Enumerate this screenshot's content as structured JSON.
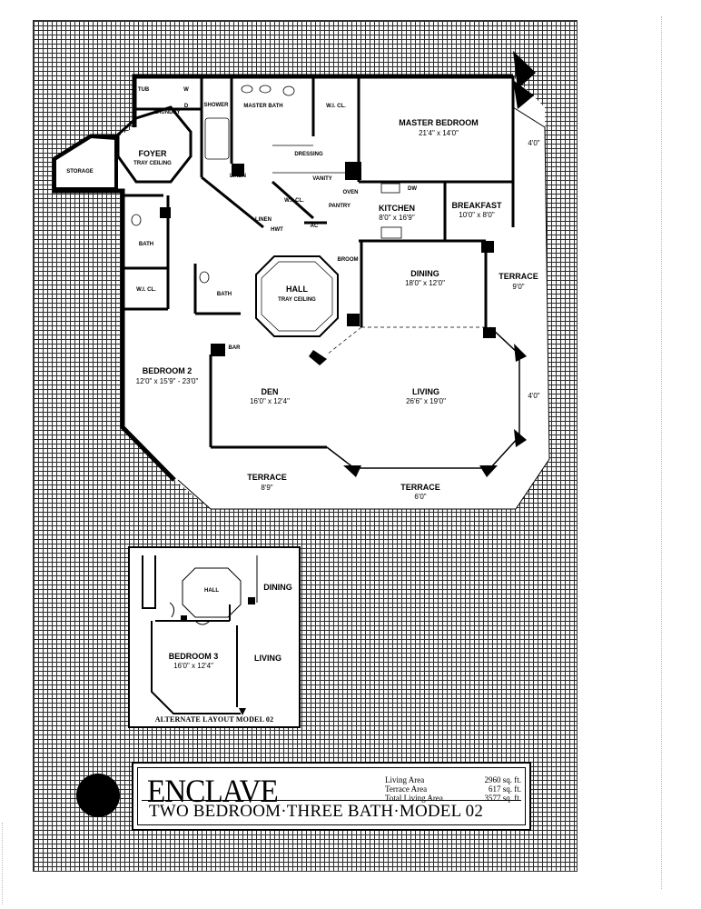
{
  "rooms": {
    "master_bedroom": {
      "name": "MASTER BEDROOM",
      "dims": "21'4\" x 14'0\""
    },
    "master_bath": {
      "name": "MASTER BATH"
    },
    "wi_closet_master": {
      "name": "W.I. CL."
    },
    "shower": {
      "name": "SHOWER"
    },
    "tub": {
      "name": "TUB"
    },
    "w": {
      "name": "W"
    },
    "d": {
      "name": "D"
    },
    "laundry": {
      "name": "LAUNDRY"
    },
    "foyer": {
      "name": "FOYER",
      "sub": "TRAY CEILING"
    },
    "storage": {
      "name": "STORAGE"
    },
    "dressing": {
      "name": "DRESSING"
    },
    "vanity": {
      "name": "VANITY"
    },
    "linen_master": {
      "name": "LINEN"
    },
    "wi_closet_hall": {
      "name": "W.I. CL."
    },
    "linen_hall": {
      "name": "LINEN"
    },
    "hwt": {
      "name": "HWT"
    },
    "ac": {
      "name": "AC"
    },
    "pantry": {
      "name": "PANTRY"
    },
    "oven": {
      "name": "OVEN"
    },
    "dw": {
      "name": "DW"
    },
    "kitchen": {
      "name": "KITCHEN",
      "dims": "8'0\" x 16'9\""
    },
    "breakfast": {
      "name": "BREAKFAST",
      "dims": "10'0\" x 8'0\""
    },
    "broom": {
      "name": "BROOM"
    },
    "bath_1": {
      "name": "BATH"
    },
    "wi_closet_bed2": {
      "name": "W.I. CL."
    },
    "bath_2": {
      "name": "BATH"
    },
    "hall": {
      "name": "HALL",
      "sub": "TRAY CEILING"
    },
    "dining": {
      "name": "DINING",
      "dims": "18'0\" x 12'0\""
    },
    "terrace_east": {
      "name": "TERRACE",
      "dims": "9'0\""
    },
    "bar": {
      "name": "BAR"
    },
    "bedroom_2": {
      "name": "BEDROOM 2",
      "dims": "12'0\" x 15'9\" - 23'0\""
    },
    "den": {
      "name": "DEN",
      "dims": "16'0\" x 12'4\""
    },
    "living": {
      "name": "LIVING",
      "dims": "26'6\" x 19'0\""
    },
    "terrace_sw": {
      "name": "TERRACE",
      "dims": "8'9\""
    },
    "terrace_s": {
      "name": "TERRACE",
      "dims": "6'0\""
    }
  },
  "dimension_notes": {
    "upper": "4'0\"",
    "lower": "4'0\""
  },
  "alternate": {
    "hall": "HALL",
    "dining": "DINING",
    "bedroom": "BEDROOM 3",
    "bedroom_dims": "16'0\" x 12'4\"",
    "living": "LIVING",
    "caption": "ALTERNATE LAYOUT MODEL 02"
  },
  "title_block": {
    "brand": "ENCLAVE",
    "model_line": "TWO BEDROOM·THREE BATH·MODEL 02",
    "areas": [
      {
        "label": "Living Area",
        "value": "2960 sq. ft."
      },
      {
        "label": "Terrace Area",
        "value": "617 sq. ft."
      },
      {
        "label": "Total Living Area",
        "value": "3577 sq. ft."
      }
    ]
  }
}
